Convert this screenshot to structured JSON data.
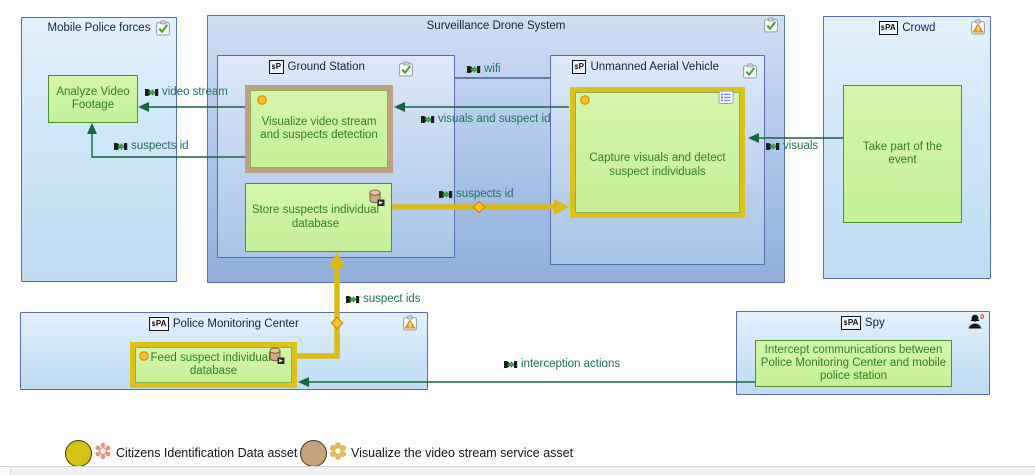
{
  "components": {
    "mobile_police_forces": {
      "title": "Mobile Police forces"
    },
    "surveillance_drone_system": {
      "title": "Surveillance Drone System"
    },
    "ground_station": {
      "title": "Ground Station",
      "type": "P"
    },
    "unmanned_aerial_vehicle": {
      "title": "Unmanned Aerial Vehicle",
      "type": "P"
    },
    "crowd": {
      "title": "Crowd",
      "type": "PA"
    },
    "police_monitoring_center": {
      "title": "Police Monitoring Center",
      "type": "PA"
    },
    "spy": {
      "title": "Spy",
      "type": "PA"
    }
  },
  "functions": {
    "analyze_video_footage": {
      "label": "Analyze Video Footage"
    },
    "visualize_video_stream": {
      "label": "Visualize video stream and suspects detection"
    },
    "store_suspects_database": {
      "label": "Store suspects individual database"
    },
    "capture_visuals": {
      "label": "Capture visuals and detect suspect individuals"
    },
    "take_part_event": {
      "label": "Take part of the event"
    },
    "feed_suspect_database": {
      "label": "Feed suspect individuals database"
    },
    "intercept_communications": {
      "label": "Intercept communications between Police Monitoring Center and mobile police station"
    }
  },
  "exchanges": {
    "video_stream": {
      "label": "video stream"
    },
    "suspects_id_to_analyze": {
      "label": "suspects id"
    },
    "wifi": {
      "label": "wifi"
    },
    "visuals_and_suspect_id": {
      "label": "visuals and suspect id"
    },
    "suspects_id_to_capture": {
      "label": "suspects id"
    },
    "suspect_ids": {
      "label": "suspect ids"
    },
    "visuals": {
      "label": "visuals"
    },
    "interception_actions": {
      "label": "interception actions"
    }
  },
  "legend": {
    "items": [
      {
        "label": "Citizens Identification Data asset",
        "circle_color": "#d3c414",
        "flower_color": "#e59a86"
      },
      {
        "label": "Visualize the video stream service asset",
        "circle_color": "#c4a37f",
        "flower_color": "#e4c33a"
      }
    ]
  },
  "colors": {
    "data_asset_yellow": "#dcc11c",
    "service_asset_tan": "#c0a083",
    "exchange_green": "#17663d",
    "component_border_blue": "#5b6cab",
    "function_fill_green": "#cdf2a0",
    "marker_orange": "#ffb836"
  }
}
